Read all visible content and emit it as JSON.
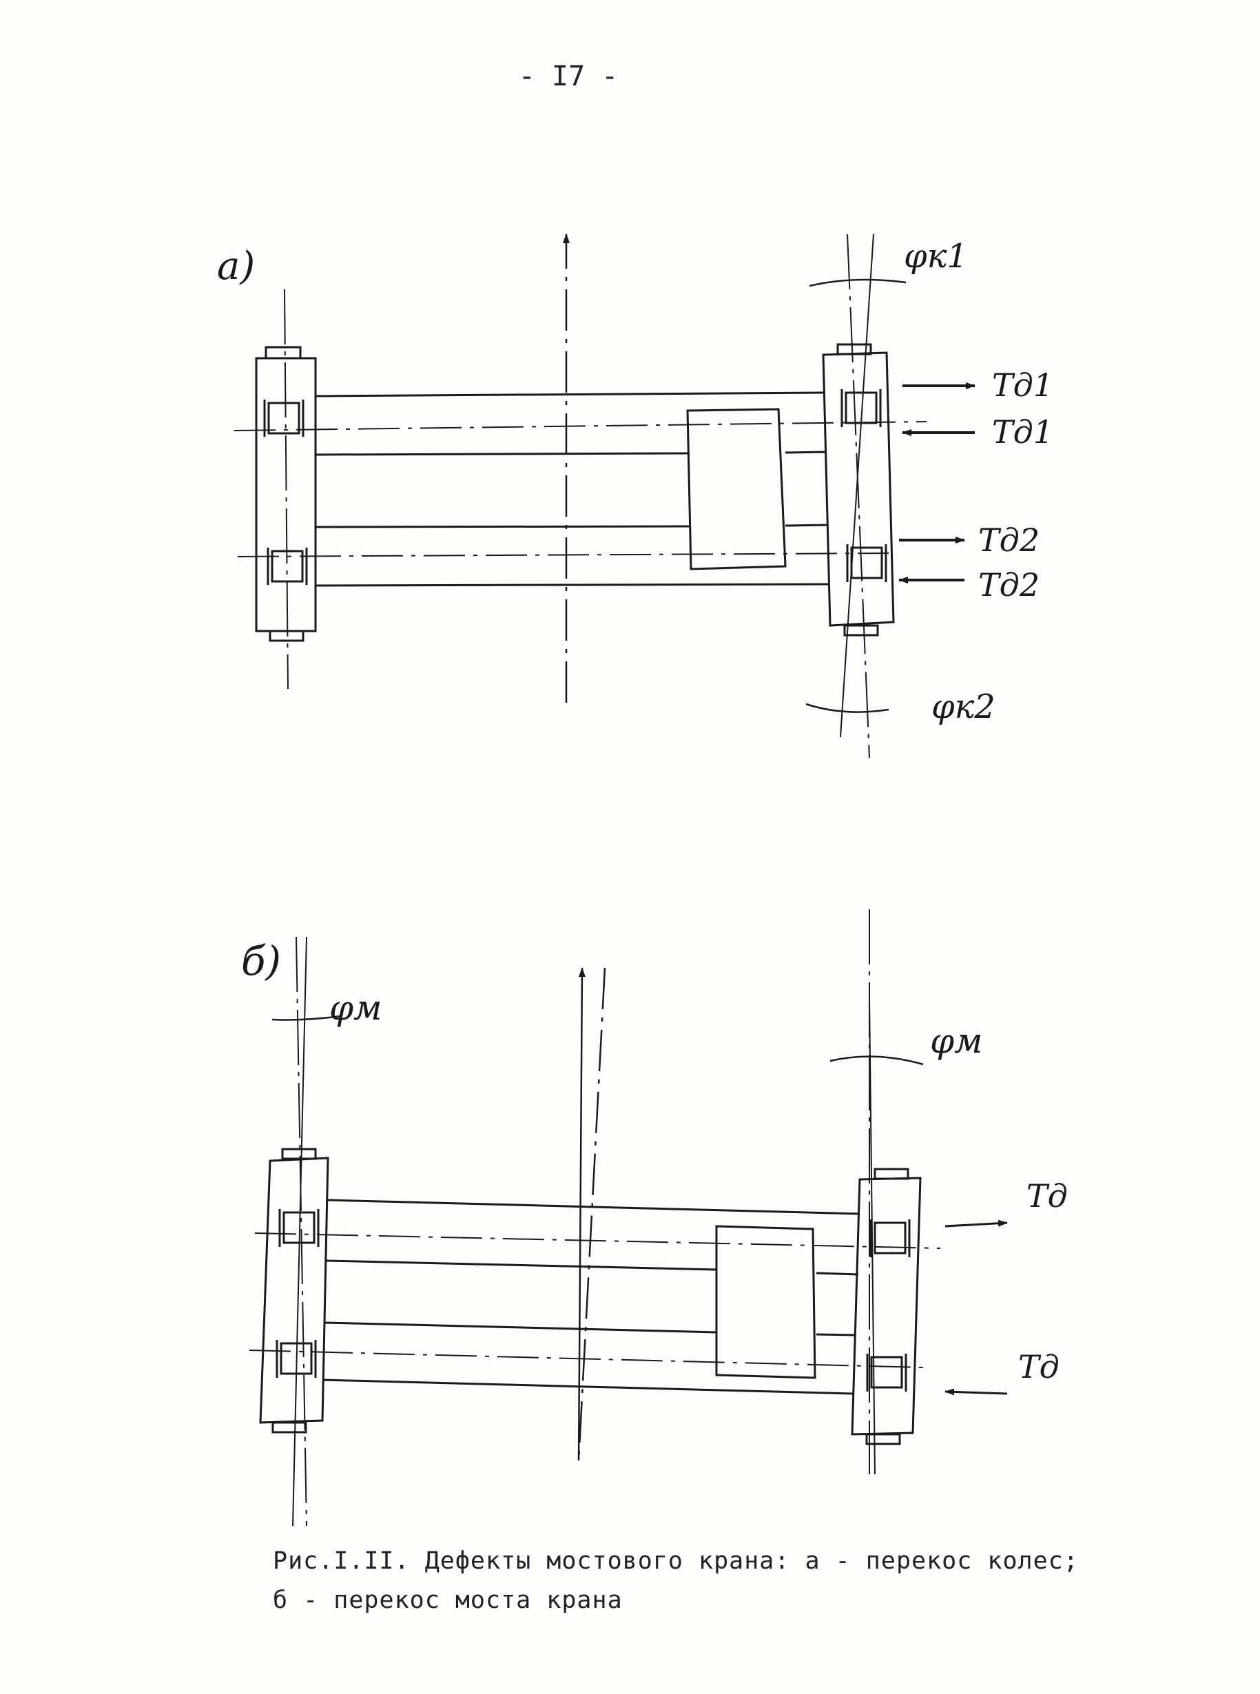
{
  "page_number": "- I7 -",
  "figure_a": {
    "label": "а)",
    "angle_top": "φк1",
    "angle_bottom": "φк2",
    "forces": [
      "Tд1",
      "Tд1",
      "Tд2",
      "Tд2"
    ]
  },
  "figure_b": {
    "label": "б)",
    "angle_left": "φм",
    "angle_right": "φм",
    "forces": [
      "Tд",
      "Tд"
    ]
  },
  "caption": {
    "line1": "Рис.I.II. Дефекты мостового крана: а - перекос колес;",
    "line2": "б - перекос моста крана"
  },
  "colors": {
    "ink": "#1a1a1a",
    "paper": "#fdfdfb"
  }
}
